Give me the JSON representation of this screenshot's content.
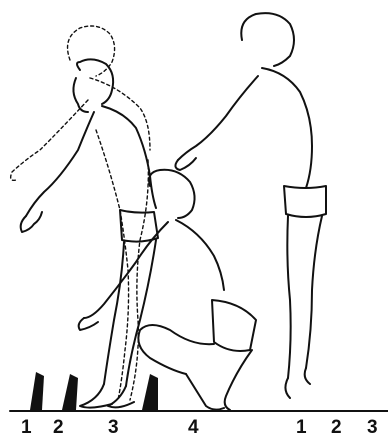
{
  "figure": {
    "labels": [
      "1",
      "2",
      "3",
      "4",
      "1",
      "2",
      "3"
    ]
  },
  "colors": {
    "ink": "#111111",
    "paper": "#ffffff"
  }
}
